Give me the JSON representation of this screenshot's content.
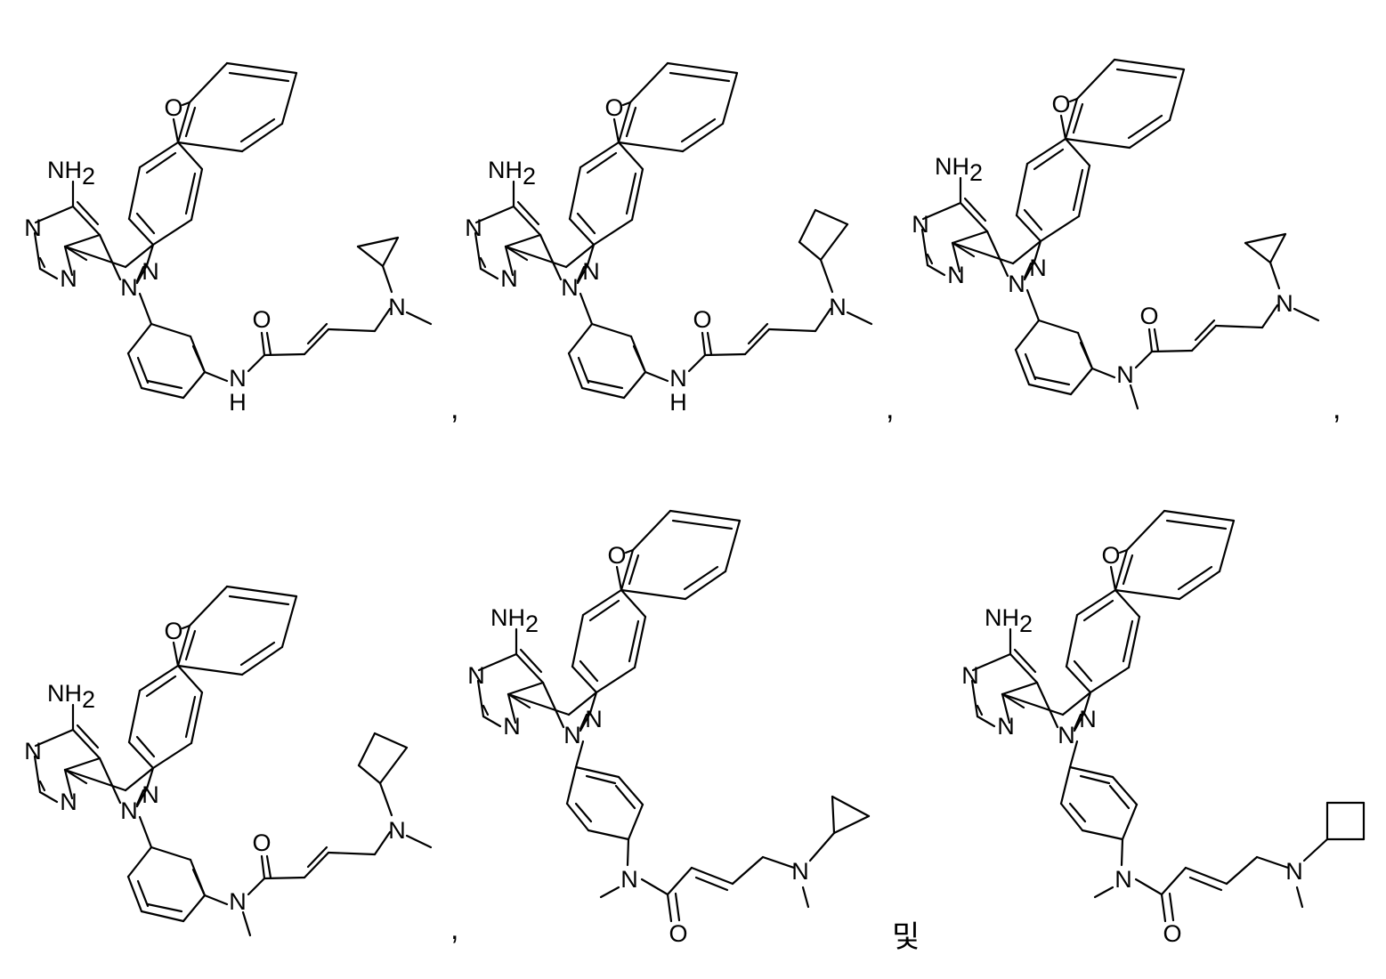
{
  "atoms": {
    "nh2": "NH",
    "nh2_sub": "2",
    "n": "N",
    "o": "O",
    "h": "H"
  },
  "separators": [
    ",",
    ",",
    ",",
    ",",
    "및"
  ],
  "structures": [
    {
      "substituent": "cyclopropyl",
      "amide": "NH",
      "aryl": "meta"
    },
    {
      "substituent": "cyclobutyl",
      "amide": "NH",
      "aryl": "meta"
    },
    {
      "substituent": "cyclopropyl",
      "amide": "N-methyl",
      "aryl": "meta"
    },
    {
      "substituent": "cyclobutyl",
      "amide": "N-methyl",
      "aryl": "meta"
    },
    {
      "substituent": "cyclopropyl",
      "amide": "N-methyl",
      "aryl": "para"
    },
    {
      "substituent": "cyclobutyl",
      "amide": "N-methyl",
      "aryl": "para"
    }
  ]
}
